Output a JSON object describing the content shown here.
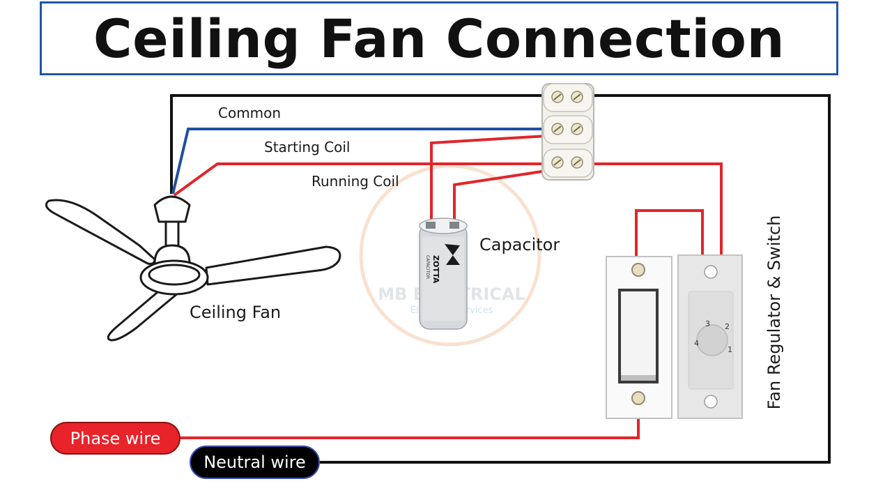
{
  "title": "Ceiling Fan Connection",
  "labels": {
    "common": "Common",
    "starting_coil": "Starting Coil",
    "running_coil": "Running Coil",
    "capacitor": "Capacitor",
    "ceiling_fan": "Ceiling Fan",
    "regulator_switch": "Fan Regulator & Switch",
    "phase_wire": "Phase  wire",
    "neutral_wire": "Neutral wire"
  },
  "capacitor_brand": "ZOTTA",
  "capacitor_brand_sub": "CAPACITOR",
  "regulator_positions": [
    "1",
    "2",
    "3",
    "4"
  ],
  "watermark": {
    "text": "MB ELECTRICAL",
    "subtext": "Electrical Services"
  },
  "colors": {
    "title_border": "#1f56a8",
    "phase_wire": "#e0262b",
    "common_wire": "#1f4fa3",
    "neutral_wire": "#111111",
    "phase_pill": "#e8232a",
    "neutral_pill": "#000000"
  }
}
